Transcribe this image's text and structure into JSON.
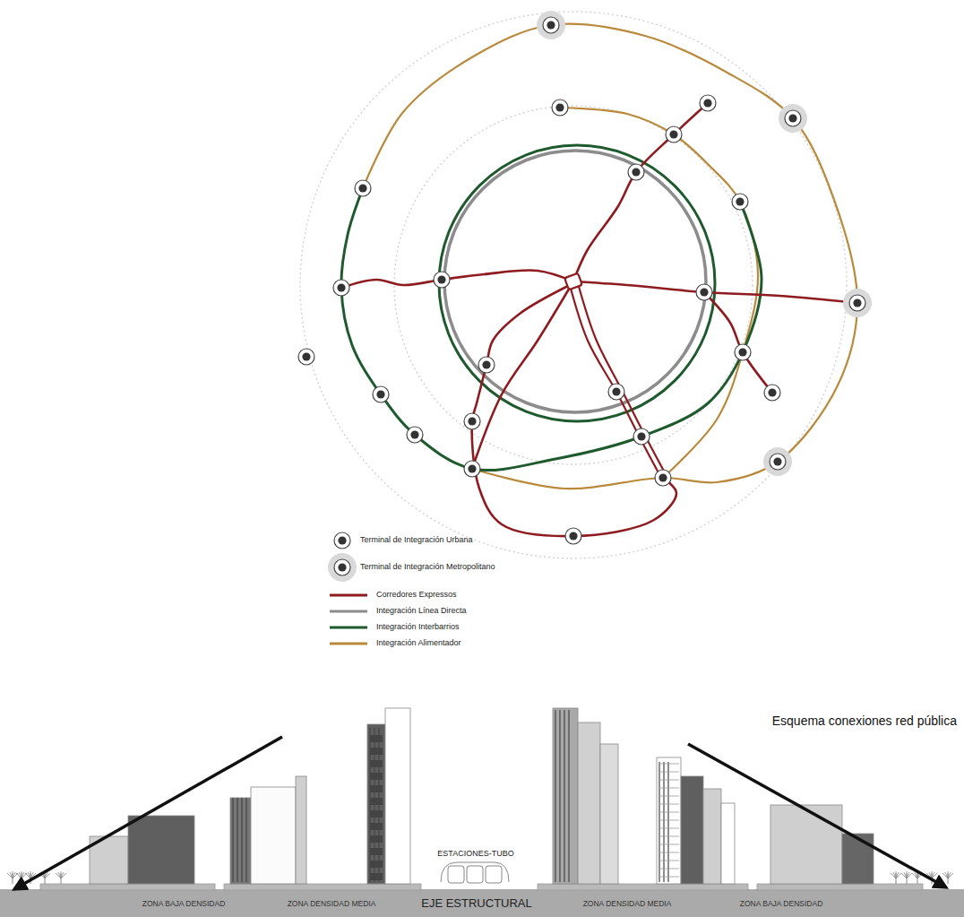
{
  "diagram": {
    "title": "Esquema conexiones red pública",
    "labels": [
      "ESTACIONES-TUBO",
      "ZONA BAJA DENSIDAD",
      "ZONA DENSIDAD MEDIA",
      "EJE ESTRUCTURAL",
      "ZONA DENSIDAD MEDIA",
      "ZONA BAJA DENSIDAD"
    ],
    "legend": [
      {
        "text": "Terminal de Integración Urbana"
      },
      {
        "text": "Terminal de Integración Metropolitano"
      },
      {
        "text": "Corredores Expressos"
      },
      {
        "text": "Integración Línea Directa"
      },
      {
        "text": "Integración Interbarrios"
      },
      {
        "text": "Integración Alimentador"
      }
    ]
  }
}
